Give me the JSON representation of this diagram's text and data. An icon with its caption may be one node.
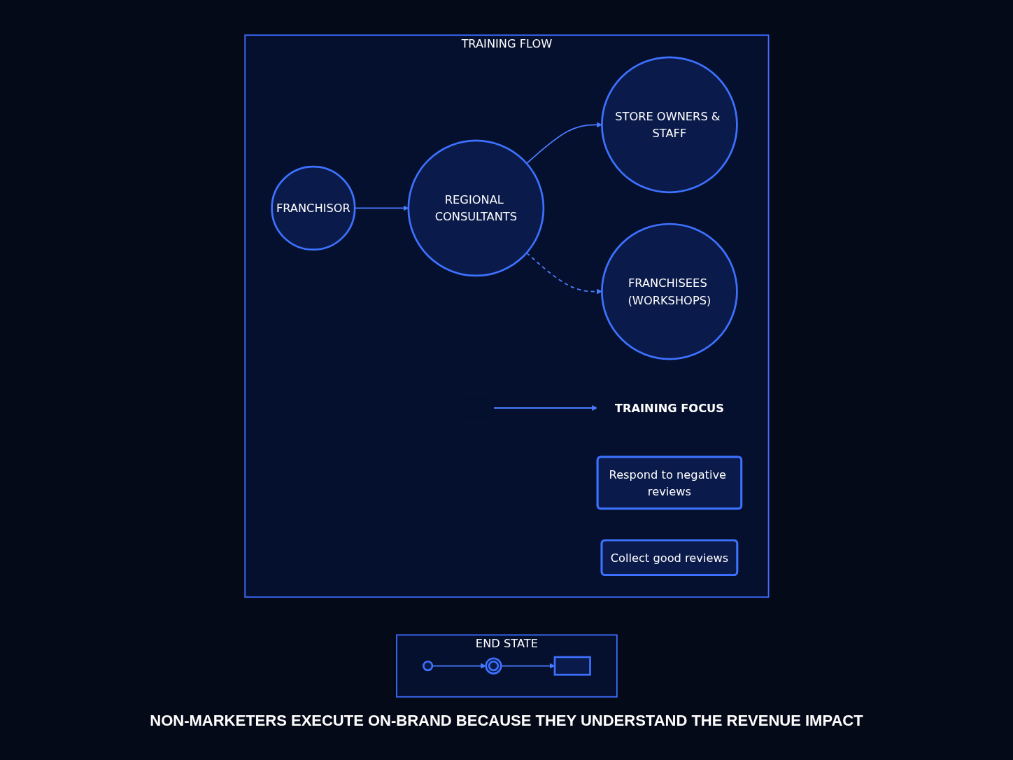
{
  "diagram": {
    "nodes": [
      {
        "text": [
          "TRAINING FLOW"
        ]
      },
      {
        "text": [
          "FRANCHISOR"
        ],
        "in": 0
      },
      {
        "text": [
          "REGIONAL CONSULTANTS"
        ],
        "in": 0
      },
      {
        "text": [
          "STORE OWNERS & STAFF"
        ],
        "in": 0
      },
      {
        "text": [
          "FRANCHISEES (WORKSHOPS)"
        ],
        "in": 0
      },
      {
        "text": [
          "TRAINING FOCUS"
        ],
        "in": 0
      },
      {
        "text": [
          "Respond to negative reviews"
        ],
        "in": 0
      },
      {
        "text": [
          "Collect good reviews"
        ],
        "in": 0
      },
      {
        "text": [
          "END STATE"
        ]
      },
      {
        "text": [],
        "shape": "circle",
        "in": 8
      },
      {
        "text": [],
        "shape": "target",
        "in": 8
      },
      {
        "text": [],
        "shape": "chart",
        "in": 8
      }
    ],
    "edges": [
      {
        "from": 1,
        "to": 2,
        "arrow": "to"
      },
      {
        "from": 2,
        "to": 3,
        "arrow": "to"
      },
      {
        "from": 2,
        "to": 4,
        "arrow": "to",
        "style": "dashed"
      },
      {
        "from": null,
        "to": 5,
        "arrow": "to"
      },
      {
        "from": 9,
        "to": 10,
        "arrow": "to"
      },
      {
        "from": 10,
        "to": 11,
        "arrow": "to"
      }
    ],
    "labels": [
      "NON-MARKETERS EXECUTE ON-BRAND BECAUSE THEY UNDERSTAND THE REVENUE IMPACT"
    ]
  }
}
